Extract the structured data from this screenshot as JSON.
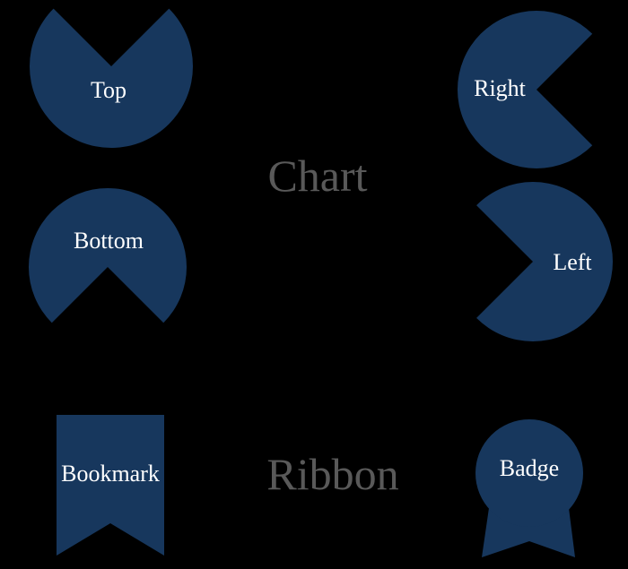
{
  "canvas": {
    "background_color": "#000000"
  },
  "colors": {
    "shape_fill": "#17375D",
    "caption_text": "#595959",
    "label_text": "#FFFFFF"
  },
  "captions": {
    "chart_group": "Chart",
    "ribbon_group": "Ribbon"
  },
  "shapes": {
    "pie_notch_top": {
      "label": "Top",
      "kind": "circle with wedge notch at top"
    },
    "pie_notch_right": {
      "label": "Right",
      "kind": "circle with wedge notch at right"
    },
    "pie_notch_bottom": {
      "label": "Bottom",
      "kind": "circle with wedge notch at bottom"
    },
    "pie_notch_left": {
      "label": "Left",
      "kind": "circle with wedge notch at left"
    },
    "bookmark": {
      "label": "Bookmark",
      "kind": "bookmark ribbon with notched bottom"
    },
    "badge": {
      "label": "Badge",
      "kind": "award badge circle with ribbon tails"
    }
  }
}
